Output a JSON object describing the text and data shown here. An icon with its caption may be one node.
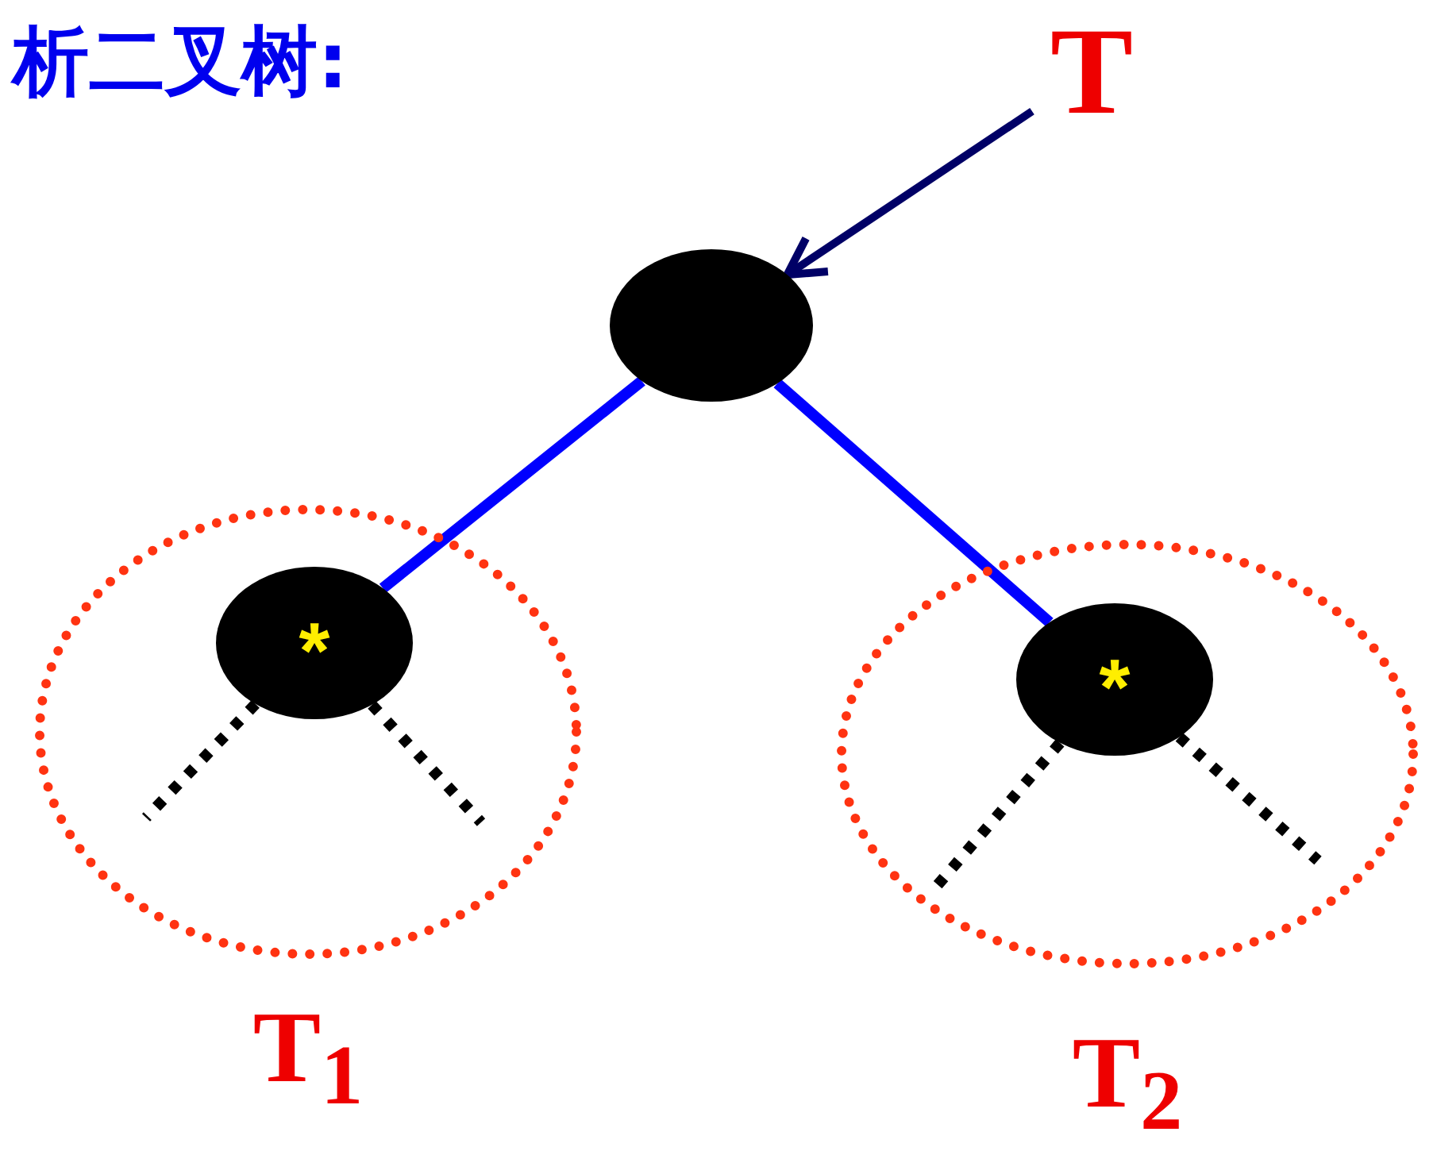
{
  "diagram": {
    "title": "析二叉树:",
    "nodes": [
      {
        "text": [
          "T"
        ]
      },
      {
        "text": [],
        "shape": "circle"
      },
      {
        "text": [
          "T$_{1}$"
        ]
      },
      {
        "text": [
          "*"
        ],
        "in": 2
      },
      {
        "text": [
          "T$_{2}$"
        ]
      },
      {
        "text": [
          "*"
        ],
        "in": 4
      }
    ],
    "edges": [
      {
        "from": 0,
        "to": 1,
        "arrow": "to",
        "color": "#000066"
      },
      {
        "from": 1,
        "to": 3,
        "arrow": "none",
        "color": "#0000ff"
      },
      {
        "from": 1,
        "to": 5,
        "arrow": "none",
        "color": "#0000ff"
      },
      {
        "from": 3,
        "to": null,
        "arrow": "none",
        "style": "dashed"
      },
      {
        "from": 3,
        "to": null,
        "arrow": "none",
        "style": "dashed"
      },
      {
        "from": 5,
        "to": null,
        "arrow": "none",
        "style": "dashed"
      },
      {
        "from": 5,
        "to": null,
        "arrow": "none",
        "style": "dashed"
      }
    ]
  }
}
